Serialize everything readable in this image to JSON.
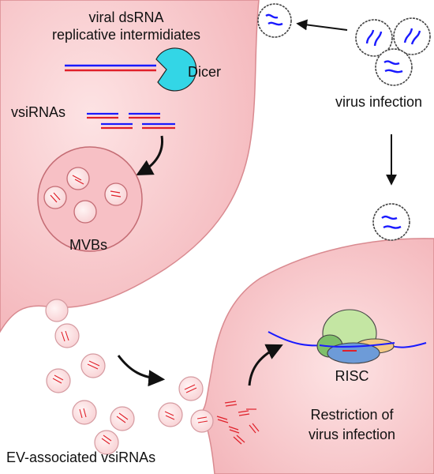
{
  "labels": {
    "dsrna_line1": "viral dsRNA",
    "dsrna_line2": "replicative intermidiates",
    "dicer": "Dicer",
    "vsirnas": "vsiRNAs",
    "mvbs": "MVBs",
    "virus_infection": "virus infection",
    "risc": "RISC",
    "restriction_line1": "Restriction of",
    "restriction_line2": "virus infection",
    "ev_label": "EV-associated vsiRNAs"
  },
  "colors": {
    "cell_fill": "#f7c5c8",
    "cell_stroke": "#d98a90",
    "rna_blue": "#1a1aff",
    "rna_red": "#e0202a",
    "dicer_cyan": "#33d6e6",
    "risc_green": "#bfe3a0",
    "risc_dark_green": "#7fbf6a",
    "risc_blue": "#6d9bd8",
    "risc_orange": "#f2c987",
    "arrow": "#111111"
  }
}
